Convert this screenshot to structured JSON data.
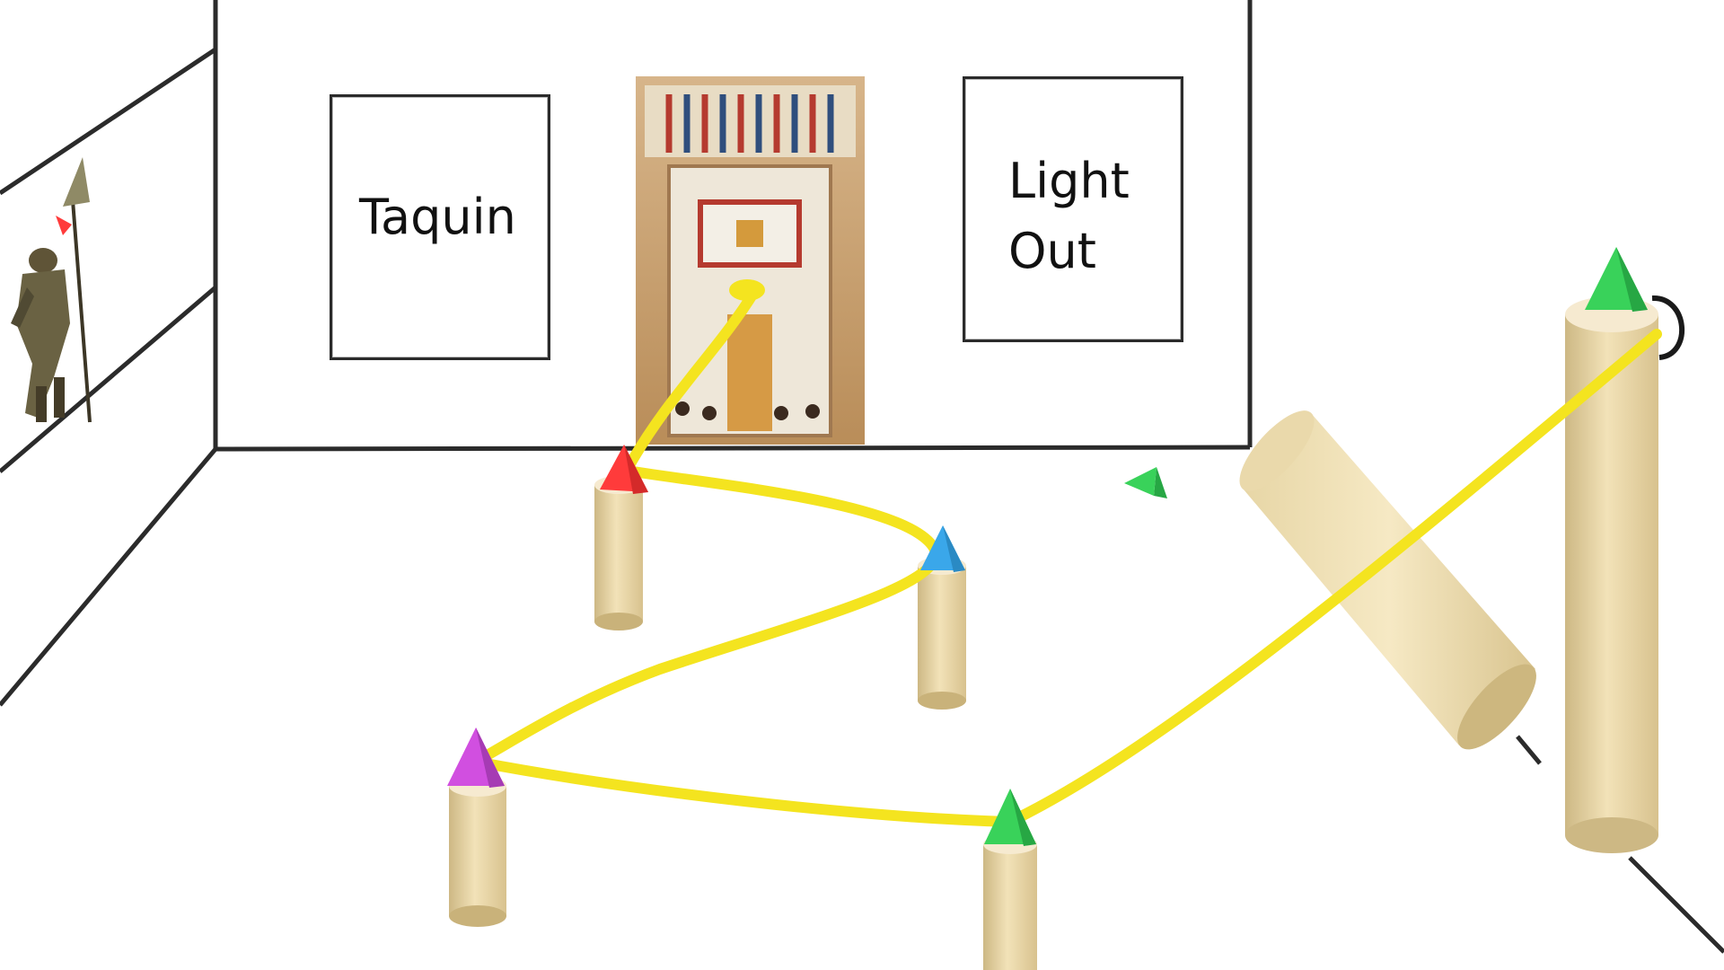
{
  "scene": {
    "signs": [
      {
        "name": "taquin",
        "label": "Taquin"
      },
      {
        "name": "light-out",
        "label": "Light\nOut"
      }
    ],
    "colors": {
      "rope": "#f4e41f",
      "pillar": "#e6d3a2",
      "pillar_shade": "#c9b27a",
      "marker_red": "#ff3b3b",
      "marker_blue": "#3aa7ea",
      "marker_magenta": "#d14fe0",
      "marker_green": "#39d25a",
      "wall_line": "#2b2b2b"
    },
    "icons": {
      "egyptian-door": "decorated-door-icon",
      "warrior": "warrior-figure-icon"
    }
  }
}
